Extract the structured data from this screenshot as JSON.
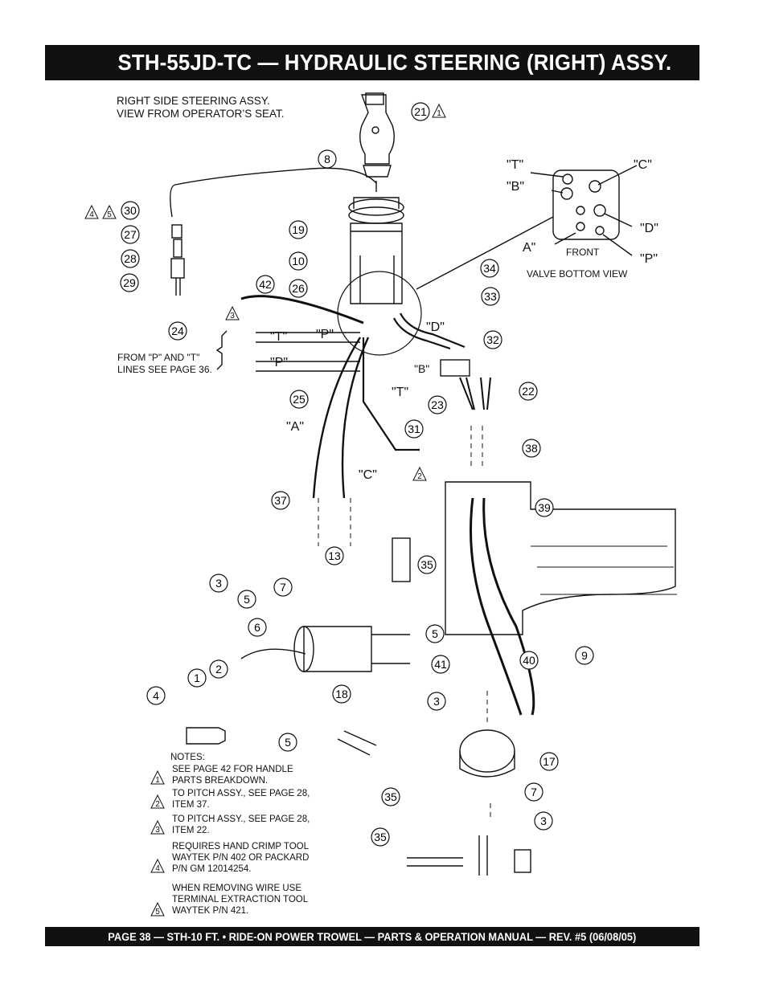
{
  "header": {
    "title": "STH-55JD-TC — HYDRAULIC STEERING (RIGHT) ASSY."
  },
  "footer": {
    "text": "PAGE 38 — STH-10 FT. • RIDE-ON POWER TROWEL — PARTS & OPERATION MANUAL — REV. #5 (06/08/05)"
  },
  "view_caption": {
    "line1": "RIGHT SIDE STEERING ASSY.",
    "line2": "VIEW FROM OPERATOR’S SEAT."
  },
  "valve_view": {
    "caption": "VALVE BOTTOM VIEW",
    "front": "FRONT",
    "ports": {
      "t": "\"T\"",
      "c": "\"C\"",
      "b": "\"B\"",
      "d": "\"D\"",
      "a": "A\"",
      "p": "\"P\""
    }
  },
  "line_labels": {
    "t_left": "\"T\"",
    "p_left": "\"P\"",
    "t_top": "\"P\"",
    "p_bottom": "\"P\"",
    "d": "\"D\"",
    "b": "\"B\"",
    "t_mid": "\"T\"",
    "a": "\"A\"",
    "c": "\"C\""
  },
  "from_lines": {
    "line1": "FROM \"P\" AND \"T\"",
    "line2": "LINES SEE PAGE 36."
  },
  "notes": {
    "heading": "NOTES:",
    "items": [
      {
        "num": "1",
        "l1": "SEE PAGE 42 FOR HANDLE",
        "l2": "PARTS BREAKDOWN."
      },
      {
        "num": "2",
        "l1": "TO PITCH ASSY., SEE PAGE 28,",
        "l2": "ITEM 37."
      },
      {
        "num": "3",
        "l1": "TO PITCH ASSY., SEE PAGE 28,",
        "l2": "ITEM 22."
      },
      {
        "num": "4",
        "l1": "REQUIRES HAND CRIMP TOOL",
        "l2": "WAYTEK P/N 402 OR PACKARD",
        "l3": "P/N GM 12014254."
      },
      {
        "num": "5",
        "l1": "WHEN REMOVING WIRE USE",
        "l2": "TERMINAL EXTRACTION TOOL",
        "l3": "WAYTEK P/N 421."
      }
    ]
  },
  "callouts": [
    "21",
    "8",
    "30",
    "27",
    "28",
    "29",
    "19",
    "10",
    "26",
    "42",
    "24",
    "25",
    "34",
    "33",
    "32",
    "22",
    "23",
    "31",
    "38",
    "39",
    "37",
    "13",
    "35",
    "3",
    "5",
    "7",
    "6",
    "1",
    "2",
    "4",
    "18",
    "41",
    "40",
    "9",
    "17",
    "5",
    "35",
    "7",
    "3",
    "35",
    "5",
    "3"
  ],
  "colors": {
    "bar": "#111111",
    "ink": "#111111",
    "paper": "#ffffff"
  }
}
